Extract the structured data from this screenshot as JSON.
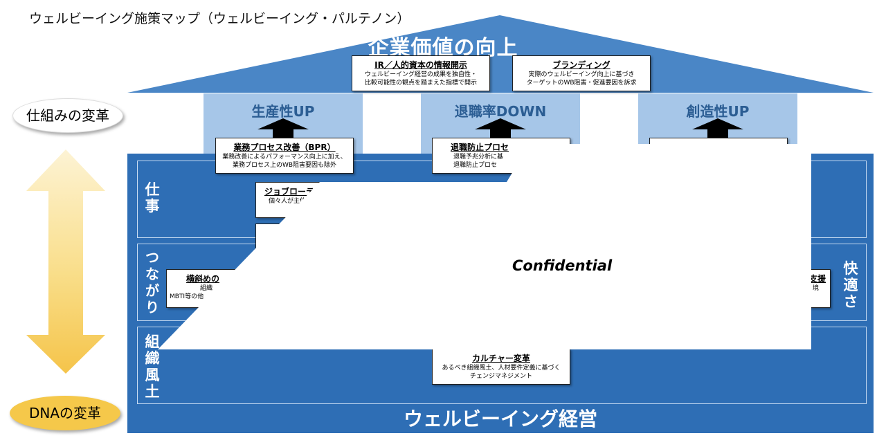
{
  "page_title": "ウェルビーイング施策マップ（ウェルビーイング・パルテノン）",
  "roof": {
    "title": "企業価値の向上",
    "boxes": [
      {
        "title": "IR／人的資本の情報開示",
        "lines": [
          "ウェルビーイング経営の成果を独自性・",
          "比較可能性の観点を踏まえた指標で開示"
        ]
      },
      {
        "title": "ブランディング",
        "lines": [
          "実際のウェルビーイング向上に基づき",
          "ターゲットのWB阻害・促進要因を訴求"
        ]
      }
    ]
  },
  "pillars": [
    {
      "title": "生産性UP"
    },
    {
      "title": "退職率DOWN"
    },
    {
      "title": "創造性UP"
    }
  ],
  "boxes": {
    "bpr": {
      "title": "業務プロセス改善（BPR）",
      "lines": [
        "業務改善によるパフォーマンス向上に加え、",
        "業務プロセス上のWB阻害要因も除外"
      ]
    },
    "retention": {
      "title": "退職防止プロセ",
      "lines": [
        "退職予兆分析に基",
        "退職防止プロセ"
      ]
    },
    "job_rotation": {
      "title": "ジョブローテ",
      "lines": [
        "個々人が主体"
      ]
    },
    "yokonaname": {
      "title": "横斜めの",
      "lines": [
        "組織",
        "MBTI等の他"
      ]
    },
    "support": {
      "title": "支援",
      "lines": [
        "境"
      ]
    },
    "culture": {
      "title": "カルチャー変革",
      "lines": [
        "あるべき組織風土、人材要件定義に基づく",
        "チェンジマネジメント"
      ]
    }
  },
  "rows": {
    "work": "仕事",
    "connection": "つながり",
    "culture": "組織風土"
  },
  "side_label": "快適さ",
  "bottom_title": "ウェルビーイング経営",
  "ovals": {
    "top": "仕組みの変革",
    "bottom": "DNAの変革"
  },
  "confidential": "Confidential",
  "colors": {
    "roof_blue": "#4a86c6",
    "base_blue": "#2e6eb5",
    "pillar_light": "#a6c6e8",
    "pillar_text": "#2b5d93",
    "oval_yellow": "#f5c84a",
    "arrow_yellow": "#f7cd56"
  }
}
